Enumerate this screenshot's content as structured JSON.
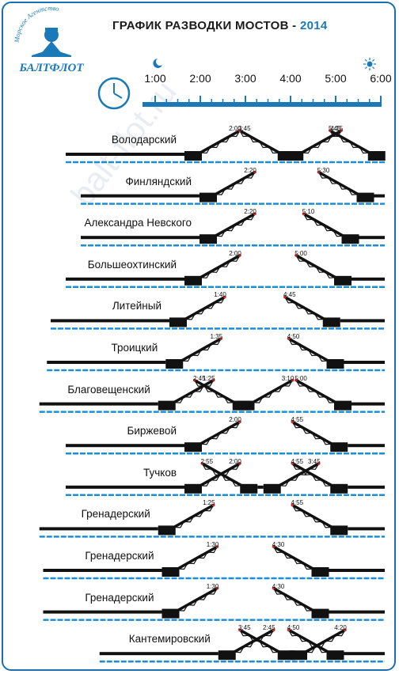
{
  "header": {
    "title": "ГРАФИК РАЗВОДКИ МОСТОВ -",
    "year": "2014"
  },
  "logo": {
    "arc_text": "Морское Агентство",
    "brand": "БАЛТФЛОТ"
  },
  "watermark": "balt-flot.ru",
  "colors": {
    "blue": "#1a7ab8",
    "water": "#1a8fd6",
    "bar": "#111111",
    "time_dot": "#d0302a"
  },
  "timeline": {
    "icons": [
      "moon-icon",
      "sun-icon"
    ],
    "hours": [
      "1:00",
      "2:00",
      "3:00",
      "4:00",
      "5:00",
      "6:00"
    ]
  },
  "bridges": [
    {
      "name": "Володарский",
      "spans": [
        {
          "open": "2:00",
          "close": "3:45"
        },
        {
          "open": "4:15",
          "close": "5:45"
        }
      ]
    },
    {
      "name": "Финляндский",
      "spans": [
        {
          "open": "2:20",
          "close": "5:30"
        }
      ]
    },
    {
      "name": "Александра Невского",
      "spans": [
        {
          "open": "2:20",
          "close": "5:10"
        }
      ]
    },
    {
      "name": "Большеохтинский",
      "spans": [
        {
          "open": "2:00",
          "close": "5:00"
        }
      ]
    },
    {
      "name": "Литейный",
      "spans": [
        {
          "open": "1:40",
          "close": "4:45"
        }
      ]
    },
    {
      "name": "Троицкий",
      "spans": [
        {
          "open": "1:35",
          "close": "4:50"
        }
      ]
    },
    {
      "name": "Благовещенский",
      "spans": [
        {
          "open": "1:25",
          "close": "2:45"
        },
        {
          "open": "3:10",
          "close": "5:00"
        }
      ]
    },
    {
      "name": "Биржевой",
      "spans": [
        {
          "open": "2:00",
          "close": "4:55"
        }
      ]
    },
    {
      "name": "Тучков",
      "spans": [
        {
          "open": "2:00",
          "close": "2:55"
        },
        {
          "open": "3:45",
          "close": "4:55"
        }
      ]
    },
    {
      "name": "Гренадерский",
      "spans": [
        {
          "open": "1:25",
          "close": "4:55"
        }
      ]
    },
    {
      "name": "Гренадерский",
      "spans": [
        {
          "open": "1:30",
          "close": "4:30"
        }
      ]
    },
    {
      "name": "Гренадерский",
      "spans": [
        {
          "open": "1:30",
          "close": "4:30"
        }
      ]
    },
    {
      "name": "Кантемировский",
      "spans": [
        {
          "open": "2:45",
          "close": "3:45"
        },
        {
          "open": "4:20",
          "close": "4:50"
        }
      ]
    }
  ]
}
